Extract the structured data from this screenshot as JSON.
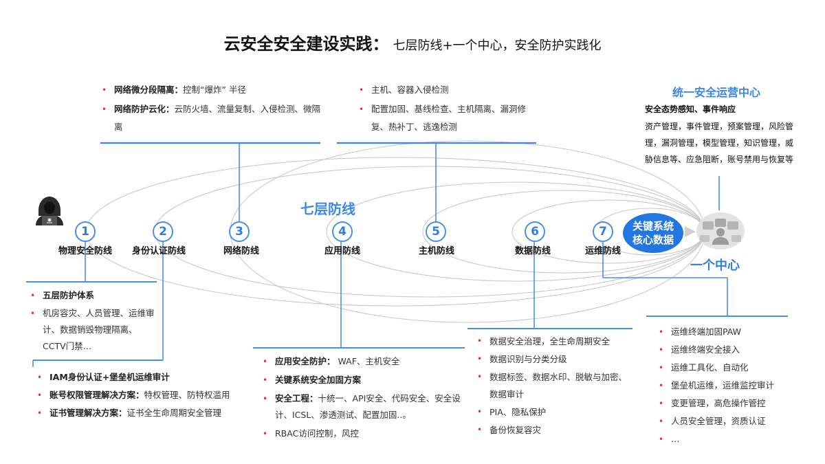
{
  "title": {
    "main": "云安全安全建设实践：",
    "sub": "七层防线+一个中心，安全防护实践化"
  },
  "center_label": "七层防线",
  "core_data": {
    "line1": "关键系统",
    "line2": "核心数据"
  },
  "one_center_label": "一个中心",
  "nodes": [
    {
      "num": "1",
      "label": "物理安全防线"
    },
    {
      "num": "2",
      "label": "身份认证防线"
    },
    {
      "num": "3",
      "label": "网络防线"
    },
    {
      "num": "4",
      "label": "应用防线"
    },
    {
      "num": "5",
      "label": "主机防线"
    },
    {
      "num": "6",
      "label": "数据防线"
    },
    {
      "num": "7",
      "label": "运维防线"
    }
  ],
  "soc": {
    "title": "统一安全运营中心",
    "subtitle": "安全态势感知、事件响应",
    "body": "资产管理，事件管理，预案管理，风险管理，漏洞管理，模型管理，知识管理，威胁信息等、应急阻断，账号禁用与恢复等"
  },
  "panels": {
    "network": [
      {
        "bold": "网络微分段隔离：",
        "text": "控制“爆炸” 半径"
      },
      {
        "bold": "网络防护云化：",
        "text": "云防火墙、流量复制、入侵检测、微隔离"
      }
    ],
    "host": [
      {
        "bold": "",
        "text": "主机、容器入侵检测"
      },
      {
        "bold": "",
        "text": "配置加固、基线检查、主机隔离、漏洞修复、热补丁、逃逸检测"
      }
    ],
    "physical": [
      {
        "bold": "五层防护体系",
        "text": ""
      },
      {
        "bold": "",
        "text": "机房容灾、人员管理、运维审计、数据销毁物理隔离、CCTV门禁…"
      }
    ],
    "identity": [
      {
        "bold": "IAM身份认证+堡垒机运维审计",
        "text": ""
      },
      {
        "bold": "账号权限管理解决方案：",
        "text": "特权管理、防特权滥用"
      },
      {
        "bold": "证书管理解决方案：",
        "text": "证书全生命周期安全管理"
      }
    ],
    "application": [
      {
        "bold": "应用安全防护：",
        "text": " WAF、主机安全"
      },
      {
        "bold": "关键系统安全加固方案",
        "text": ""
      },
      {
        "bold": "安全工程：",
        "text": "十统一、API安全、代码安全、安全设计、ICSL、渗透测试、配置加固..。"
      },
      {
        "bold": "",
        "text": "RBAC访问控制，风控"
      }
    ],
    "data": [
      {
        "bold": "",
        "text": "数据安全治理，全生命周期安全"
      },
      {
        "bold": "",
        "text": "数据识别与分类分级"
      },
      {
        "bold": "",
        "text": "数据标签、数据水印、脱敏与加密、数据审计"
      },
      {
        "bold": "",
        "text": "PIA、隐私保护"
      },
      {
        "bold": "",
        "text": "备份恢复容灾"
      }
    ],
    "ops": [
      {
        "bold": "",
        "text": "运维终端加固PAW"
      },
      {
        "bold": "",
        "text": "运维终端安全接入"
      },
      {
        "bold": "",
        "text": "运维工具化、自动化"
      },
      {
        "bold": "",
        "text": "堡垒机运维，运维监控审计"
      },
      {
        "bold": "",
        "text": "变更管理，高危操作管控"
      },
      {
        "bold": "",
        "text": "人员安全管理，资质认证"
      },
      {
        "bold": "",
        "text": "…"
      }
    ]
  },
  "colors": {
    "accent": "#2f7de0",
    "core": "#2176e0",
    "bullet": "#d8383a",
    "ellipse": "#c9c9c9"
  }
}
